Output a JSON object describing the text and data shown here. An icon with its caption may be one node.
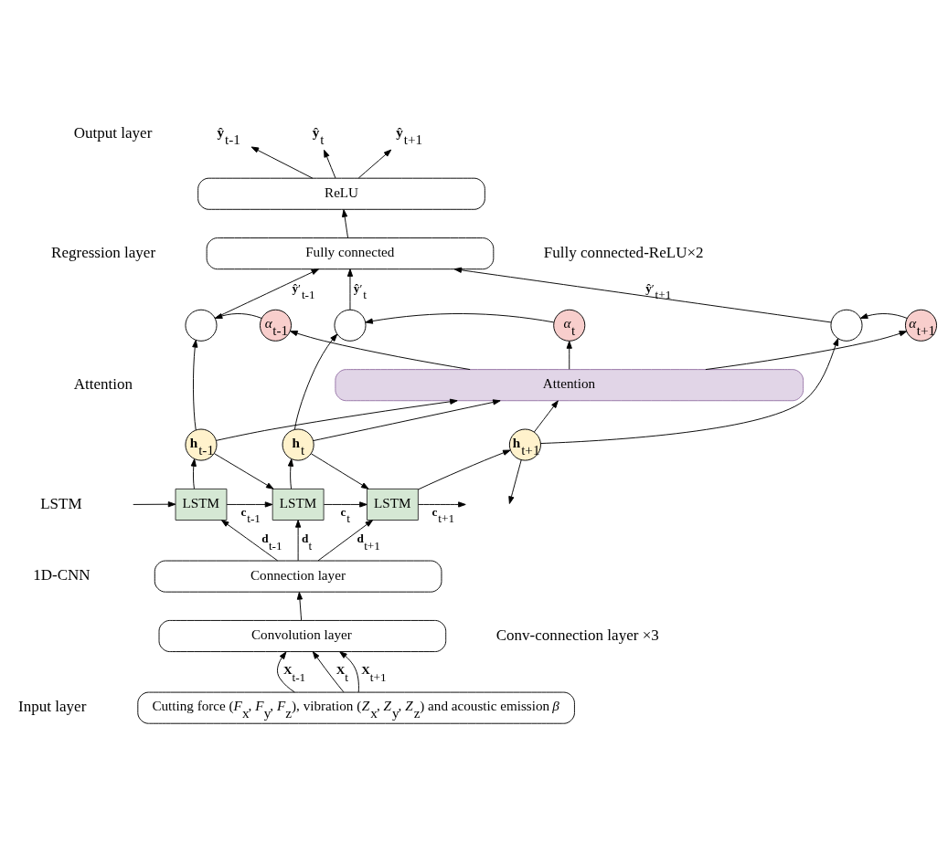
{
  "diagram": {
    "nodes": [
      {
        "text": [
          "**ŷ**$_{t-1}$"
        ]
      },
      {
        "text": [
          "**ŷ**$_{t}$"
        ]
      },
      {
        "text": [
          "**ŷ**$_{t+1}$"
        ]
      },
      {
        "text": [
          "ReLU"
        ]
      },
      {
        "text": [
          "Fully connected"
        ]
      },
      {
        "text": [],
        "shape": "circle"
      },
      {
        "text": [
          "*α*$_{t-1}$"
        ]
      },
      {
        "text": [],
        "shape": "circle"
      },
      {
        "text": [
          "*α*$_{t}$"
        ]
      },
      {
        "text": [],
        "shape": "circle"
      },
      {
        "text": [
          "*α*$_{t+1}$"
        ]
      },
      {
        "text": [
          "Attention"
        ]
      },
      {
        "text": [
          "**h**$_{t-1}$"
        ]
      },
      {
        "text": [
          "**h**$_{t}$"
        ]
      },
      {
        "text": [
          "**h**$_{t+1}$"
        ]
      },
      {
        "text": [
          "LSTM"
        ]
      },
      {
        "text": [
          "LSTM"
        ]
      },
      {
        "text": [
          "LSTM"
        ]
      },
      {
        "text": [
          "Connection layer"
        ]
      },
      {
        "text": [
          "Convolution layer"
        ]
      },
      {
        "text": [
          "Cutting force (*F*$_{x}$, *F*$_{y}$, *F*$_{z}$), vibration (*Z*$_{x}$, *Z*$_{y}$, *Z*$_{z}$) and acoustic emission *β*"
        ]
      }
    ],
    "edges": [
      {
        "from": 3,
        "to": 0,
        "arrow": "to"
      },
      {
        "from": 3,
        "to": 1,
        "arrow": "to"
      },
      {
        "from": 3,
        "to": 2,
        "arrow": "to"
      },
      {
        "from": 4,
        "to": 3,
        "arrow": "to"
      },
      {
        "from": 5,
        "to": 4,
        "arrow": "to",
        "label": "**ŷ**′$_{t-1}$"
      },
      {
        "from": 7,
        "to": 4,
        "arrow": "to",
        "label": "**ŷ**′$_{t}$"
      },
      {
        "from": 9,
        "to": 4,
        "arrow": "to",
        "label": "**ŷ**′$_{t+1}$"
      },
      {
        "from": 6,
        "to": 5,
        "arrow": "to"
      },
      {
        "from": 8,
        "to": 7,
        "arrow": "to"
      },
      {
        "from": 10,
        "to": 9,
        "arrow": "to"
      },
      {
        "from": 11,
        "to": 6,
        "arrow": "to"
      },
      {
        "from": 11,
        "to": 8,
        "arrow": "to"
      },
      {
        "from": 11,
        "to": 10,
        "arrow": "to"
      },
      {
        "from": 12,
        "to": 5,
        "arrow": "to"
      },
      {
        "from": 13,
        "to": 7,
        "arrow": "to"
      },
      {
        "from": 14,
        "to": 9,
        "arrow": "to"
      },
      {
        "from": 12,
        "to": 11,
        "arrow": "to"
      },
      {
        "from": 13,
        "to": 11,
        "arrow": "to"
      },
      {
        "from": 14,
        "to": 11,
        "arrow": "to"
      },
      {
        "from": 12,
        "to": 16,
        "arrow": "to"
      },
      {
        "from": 13,
        "to": 17,
        "arrow": "to"
      },
      {
        "from": 14,
        "to": null,
        "arrow": "to"
      },
      {
        "from": null,
        "to": 15,
        "arrow": "to"
      },
      {
        "from": 15,
        "to": 16,
        "arrow": "to",
        "label": "**c**$_{t-1}$"
      },
      {
        "from": 16,
        "to": 17,
        "arrow": "to",
        "label": "**c**$_{t}$"
      },
      {
        "from": 17,
        "to": null,
        "arrow": "to",
        "label": "**c**$_{t+1}$"
      },
      {
        "from": 15,
        "to": 12,
        "arrow": "to"
      },
      {
        "from": 16,
        "to": 13,
        "arrow": "to"
      },
      {
        "from": 17,
        "to": 14,
        "arrow": "to"
      },
      {
        "from": 18,
        "to": 15,
        "arrow": "to",
        "label": "**d**$_{t-1}$"
      },
      {
        "from": 18,
        "to": 16,
        "arrow": "to",
        "label": "**d**$_{t}$"
      },
      {
        "from": 18,
        "to": 17,
        "arrow": "to",
        "label": "**d**$_{t+1}$"
      },
      {
        "from": 19,
        "to": 18,
        "arrow": "to"
      },
      {
        "from": 20,
        "to": 19,
        "arrow": "to",
        "label": "**X**$_{t-1}$"
      },
      {
        "from": 20,
        "to": 19,
        "arrow": "to",
        "label": "**X**$_{t}$"
      },
      {
        "from": 20,
        "to": 19,
        "arrow": "to",
        "label": "**X**$_{t+1}$"
      }
    ],
    "labels": [
      "Output layer",
      "Fully connected-ReLU×2",
      "Regression layer",
      "Attention",
      "LSTM",
      "1D-CNN",
      "Conv-connection layer ×3",
      "Input layer"
    ]
  }
}
